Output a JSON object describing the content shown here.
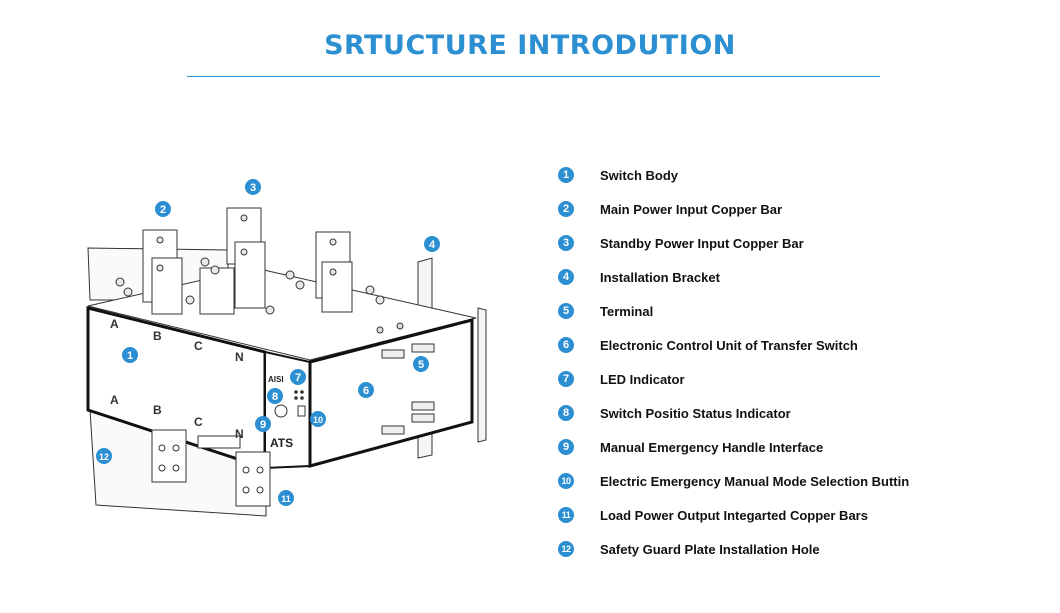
{
  "header": {
    "title": "SRTUCTURE INTRODUTION"
  },
  "diagram": {
    "phases_top": [
      "A",
      "B",
      "C",
      "N"
    ],
    "phases_bottom": [
      "A",
      "B",
      "C",
      "N"
    ],
    "brand_text": "AISI",
    "ats_text": "ATS",
    "accent_color": "#2c8fd1"
  },
  "legend": {
    "items": [
      {
        "number": "1",
        "label": "Switch Body"
      },
      {
        "number": "2",
        "label": "Main Power Input Copper Bar"
      },
      {
        "number": "3",
        "label": "Standby Power Input Copper Bar"
      },
      {
        "number": "4",
        "label": "Installation Bracket"
      },
      {
        "number": "5",
        "label": "Terminal"
      },
      {
        "number": "6",
        "label": "Electronic Control Unit of Transfer Switch"
      },
      {
        "number": "7",
        "label": "LED Indicator"
      },
      {
        "number": "8",
        "label": "Switch Positio Status Indicator"
      },
      {
        "number": "9",
        "label": "Manual Emergency Handle Interface"
      },
      {
        "number": "10",
        "label": "Electric Emergency Manual Mode Selection Buttin"
      },
      {
        "number": "11",
        "label": "Load Power Output Integarted Copper Bars"
      },
      {
        "number": "12",
        "label": "Safety Guard Plate Installation Hole"
      }
    ]
  }
}
